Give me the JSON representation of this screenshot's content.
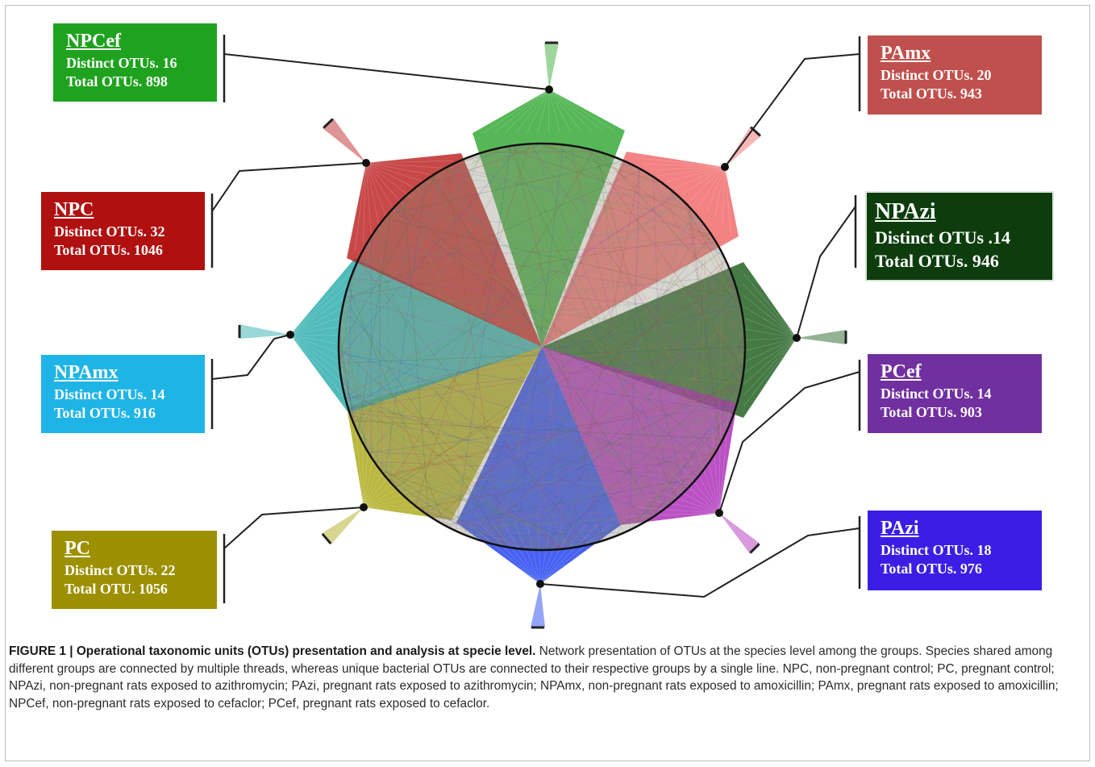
{
  "groups": [
    {
      "key": "npcef",
      "name": "NPCef",
      "distinct": "Distinct OTUs. 16",
      "total": "Total OTUs. 898",
      "color": "#1fa31f"
    },
    {
      "key": "pamx",
      "name": "PAmx",
      "distinct": "Distinct OTUs. 20",
      "total": "Total OTUs. 943",
      "color": "#c0504d"
    },
    {
      "key": "npc",
      "name": "NPC",
      "distinct": "Distinct OTUs. 32",
      "total": "Total OTUs. 1046",
      "color": "#b01010"
    },
    {
      "key": "npazi",
      "name": "NPAzi",
      "distinct": "Distinct OTUs .14",
      "total": "Total OTUs. 946",
      "color": "#0d3d0d"
    },
    {
      "key": "npamx",
      "name": "NPAmx",
      "distinct": "Distinct OTUs. 14",
      "total": "Total OTUs. 916",
      "color": "#1fb4e6"
    },
    {
      "key": "pcef",
      "name": "PCef",
      "distinct": "Distinct OTUs. 14",
      "total": "Total OTUs. 903",
      "color": "#7030a0"
    },
    {
      "key": "pc",
      "name": "PC",
      "distinct": "Distinct OTUs. 22",
      "total": "Total OTU. 1056",
      "color": "#9c9000"
    },
    {
      "key": "pazi",
      "name": "PAzi",
      "distinct": "Distinct OTUs. 18",
      "total": "Total OTUs. 976",
      "color": "#3a1ee6"
    }
  ],
  "colors": {
    "npcef_fan": "#27a327",
    "pamx_fan": "#ef5f5f",
    "npc_fan": "#b81515",
    "npazi_fan": "#115511",
    "npamx_fan": "#20a8a8",
    "pcef_fan": "#a820b4",
    "pc_fan": "#a8a40a",
    "pazi_fan": "#1235ee",
    "circle_fill": "#8f8a78"
  },
  "caption": {
    "label": "FIGURE 1 | Operational taxonomic units (OTUs) presentation and analysis at specie level.",
    "text": " Network presentation of OTUs at the species level among the groups. Species shared among different groups are connected by multiple threads, whereas unique bacterial OTUs are connected to their respective groups by a single line. NPC, non-pregnant control; PC, pregnant control; NPAzi, non-pregnant rats exposed to azithromycin; PAzi, pregnant rats exposed to azithromycin; NPAmx, non-pregnant rats exposed to amoxicillin; PAmx, pregnant rats exposed to amoxicillin; NPCef, non-pregnant rats exposed to cefaclor; PCef, pregnant rats exposed to cefaclor."
  }
}
